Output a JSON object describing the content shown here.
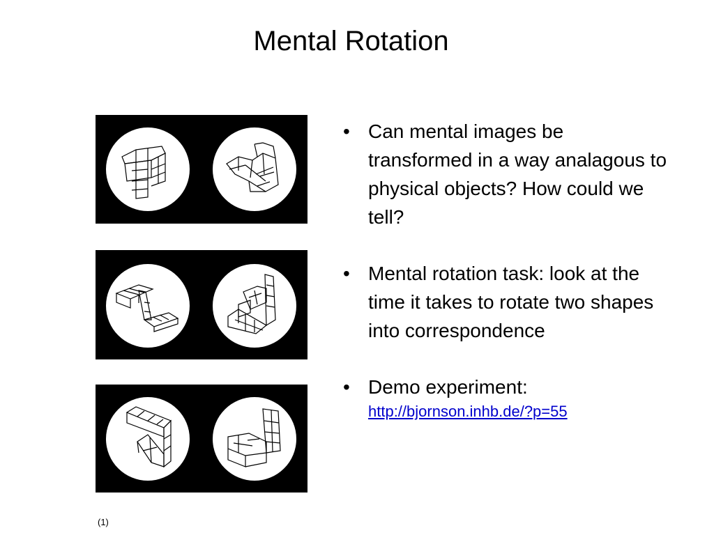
{
  "slide": {
    "title": "Mental Rotation",
    "bullets": [
      {
        "text": "Can mental images be transformed in a way analagous to physical objects? How could we tell?"
      },
      {
        "text": "Mental rotation task: look at the time it takes to rotate two shapes into correspondence"
      },
      {
        "text": "Demo experiment:",
        "link": "http://bjornson.inhb.de/?p=55"
      }
    ],
    "bullet_symbol": "•",
    "footnote": "(1)"
  },
  "colors": {
    "panel_background": "#000000",
    "circle_fill": "#ffffff",
    "link": "#0000cc"
  }
}
